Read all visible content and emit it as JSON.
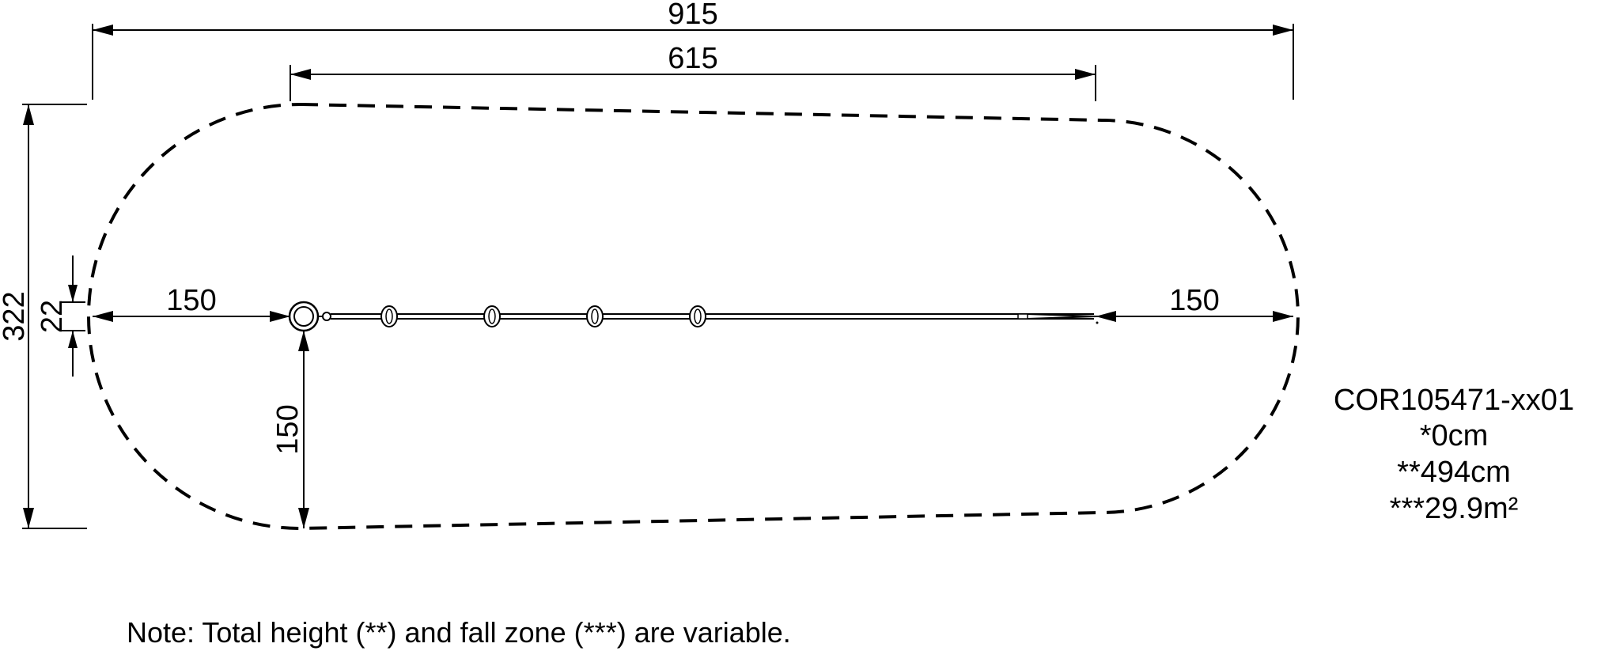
{
  "dimensions": {
    "overall_length": "915",
    "inner_length": "615",
    "overall_width": "322",
    "rope_offset": "22",
    "left_clearance": "150",
    "right_clearance": "150",
    "bottom_clearance": "150"
  },
  "specs": {
    "code": "COR105471-xx01",
    "free_fall_height": "*0cm",
    "total_height": "**494cm",
    "fall_zone_area": "***29.9m²"
  },
  "note": "Note: Total height (**) and fall zone (***) are variable.",
  "rope": {
    "bead_count": 4
  }
}
